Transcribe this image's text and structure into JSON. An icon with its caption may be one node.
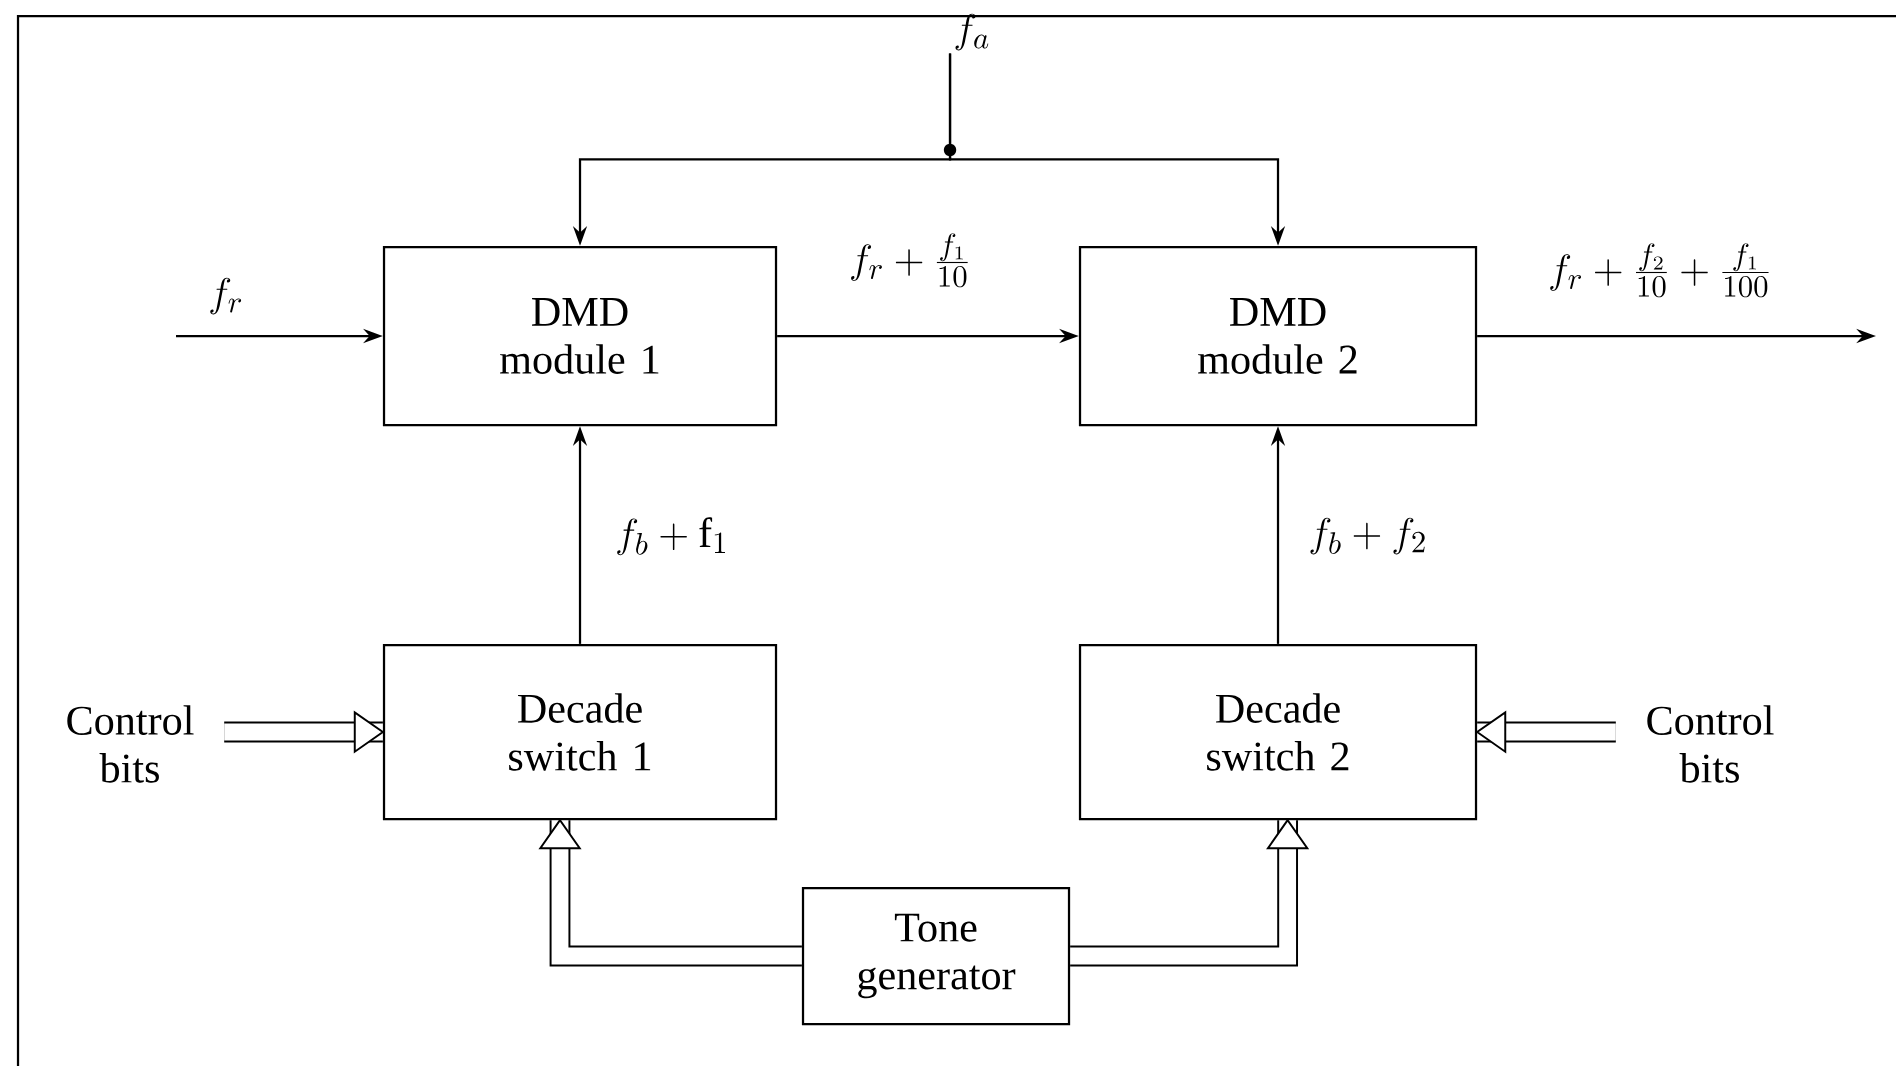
{
  "diagram": {
    "nodes": [
      {
        "text": [
          "DMD module 1"
        ]
      },
      {
        "text": [
          "DMD module 2"
        ]
      },
      {
        "text": [
          "Decade switch 1"
        ]
      },
      {
        "text": [
          "Decade switch 2"
        ]
      },
      {
        "text": [
          "Tone generator"
        ]
      },
      {
        "text": [
          "Control bits"
        ]
      },
      {
        "text": [
          "Control bits"
        ]
      },
      {
        "text": [
          "f_a"
        ]
      }
    ],
    "edges": [
      {
        "from": null,
        "to": 0,
        "arrow": "to",
        "label": "f_r"
      },
      {
        "from": 0,
        "to": 1,
        "arrow": "to",
        "label": "f_r + \\frac{f_1}{10}"
      },
      {
        "from": 1,
        "to": null,
        "arrow": "to",
        "label": "f_r + \\frac{f_2}{10} + \\frac{f_1}{100}"
      },
      {
        "from": 7,
        "to": 0,
        "arrow": "to"
      },
      {
        "from": 7,
        "to": 1,
        "arrow": "to"
      },
      {
        "from": 2,
        "to": 0,
        "arrow": "to",
        "label": "f_b + \\mathrm{f}_1"
      },
      {
        "from": 3,
        "to": 1,
        "arrow": "to",
        "label": "f_b + f_2"
      },
      {
        "from": 5,
        "to": 2,
        "arrow": "to",
        "style": "thick"
      },
      {
        "from": 6,
        "to": 3,
        "arrow": "to",
        "style": "thick"
      },
      {
        "from": 4,
        "to": 2,
        "arrow": "to",
        "style": "thick"
      },
      {
        "from": 4,
        "to": 3,
        "arrow": "to",
        "style": "thick"
      }
    ]
  }
}
